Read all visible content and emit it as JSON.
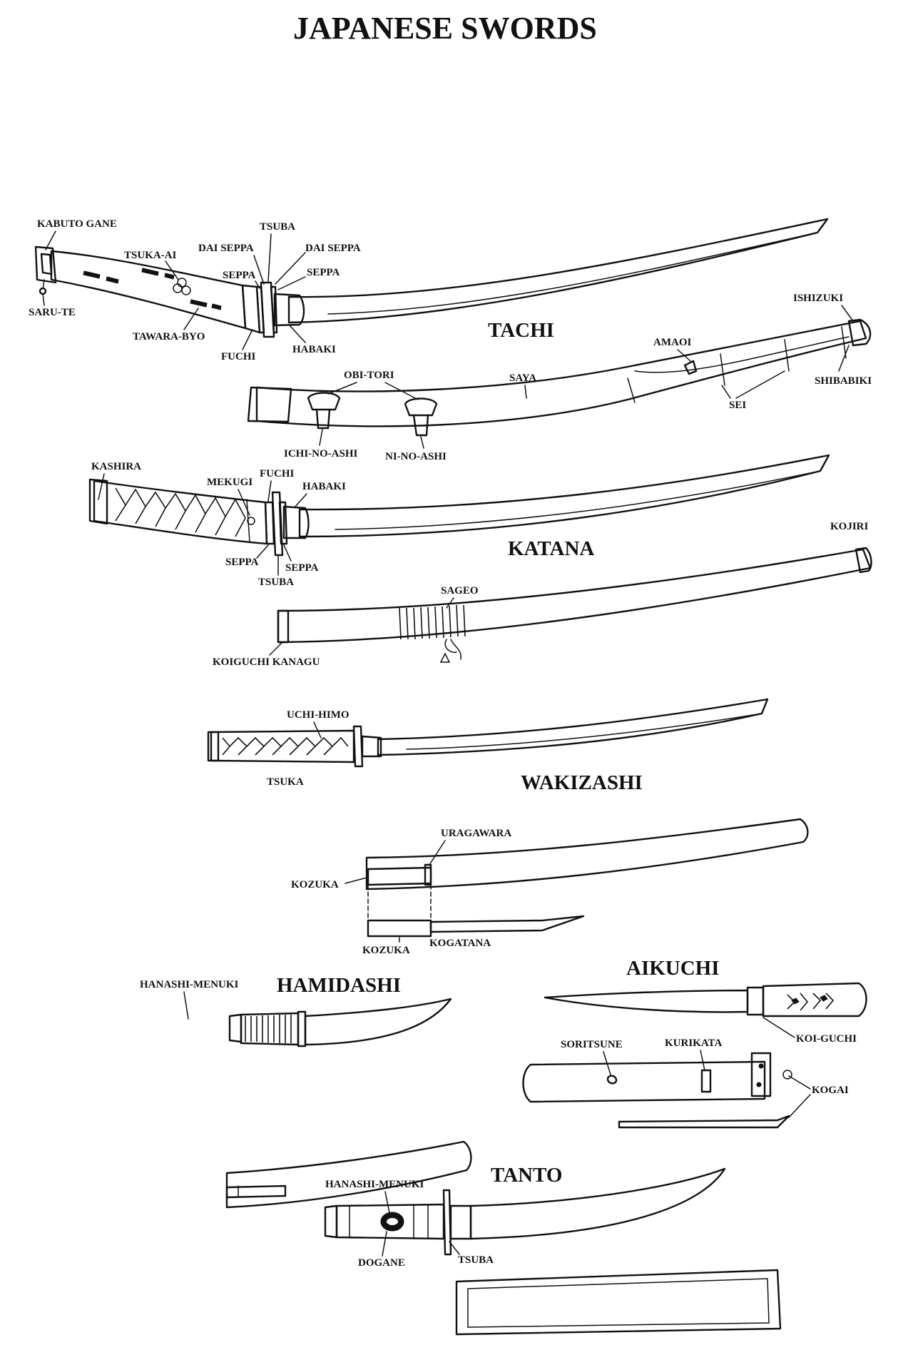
{
  "title": "JAPANESE SWORDS",
  "swords": {
    "tachi": {
      "name": "TACHI",
      "labels": {
        "kabuto_gane": "KABUTO GANE",
        "saru_te": "SARU-TE",
        "tsuka_ai": "TSUKA-AI",
        "tawara_byo": "TAWARA-BYO",
        "fuchi": "FUCHI",
        "seppa_left": "SEPPA",
        "dai_seppa_left": "DAI SEPPA",
        "tsuba": "TSUBA",
        "dai_seppa_right": "DAI SEPPA",
        "seppa_right": "SEPPA",
        "habaki": "HABAKI",
        "ishizuki": "ISHIZUKI",
        "amaoi": "AMAOI",
        "shibabiki": "SHIBABIKI",
        "obi_tori": "OBI-TORI",
        "saya": "SAYA",
        "sei": "SEI",
        "ichi_no_ashi": "ICHI-NO-ASHI",
        "ni_no_ashi": "NI-NO-ASHI"
      }
    },
    "katana": {
      "name": "KATANA",
      "labels": {
        "kashira": "KASHIRA",
        "mekugi": "MEKUGI",
        "fuchi": "FUCHI",
        "habaki": "HABAKI",
        "seppa_left": "SEPPA",
        "seppa_right": "SEPPA",
        "tsuba": "TSUBA",
        "kojiri": "KOJIRI",
        "sageo": "SAGEO",
        "koiguchi_kanagu": "KOIGUCHI KANAGU"
      }
    },
    "wakizashi": {
      "name": "WAKIZASHI",
      "labels": {
        "uchi_himo": "UCHI-HIMO",
        "tsuka": "TSUKA",
        "uragawara": "URAGAWARA",
        "kozuka_top": "KOZUKA",
        "kozuka_bottom": "KOZUKA",
        "kogatana": "KOGATANA"
      }
    },
    "hamidashi": {
      "name": "HAMIDASHI",
      "labels": {
        "hanashi_menuki": "HANASHI-MENUKI"
      }
    },
    "aikuchi": {
      "name": "AIKUCHI",
      "labels": {
        "koi_guchi": "KOI-GUCHI",
        "soritsune": "SORITSUNE",
        "kurikata": "KURIKATA",
        "kogai": "KOGAI"
      }
    },
    "tanto": {
      "name": "TANTO",
      "labels": {
        "hanashi_menuki": "HANASHI-MENUKI",
        "dogane": "DOGANE",
        "tsuba": "TSUBA"
      }
    }
  }
}
